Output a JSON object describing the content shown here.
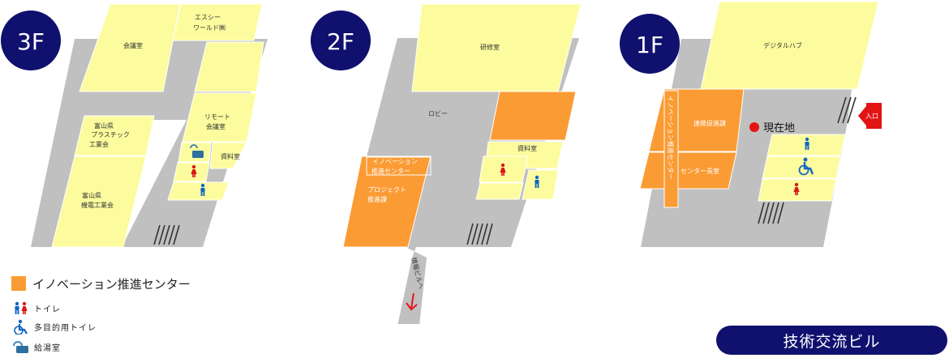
{
  "building_name": "技術交流ビル",
  "colors": {
    "corridor": "#c0c0c0",
    "room": "#fcfc9e",
    "innovation": "#fb9b33",
    "badge": "#10106e",
    "entrance": "#e31414",
    "current": "#e31414",
    "male": "#1066c4",
    "female": "#d81818"
  },
  "floors": {
    "f3": {
      "label": "3F",
      "rooms": {
        "meeting": "会議室",
        "esc_line1": "エスシー",
        "esc_line2": "ワールド㈱",
        "remote_line1": "リモート",
        "remote_line2": "会議室",
        "plastic_line1": "富山県",
        "plastic_line2": "プラスチック",
        "plastic_line3": "工業会",
        "electric_line1": "富山県",
        "electric_line2": "機電工業会",
        "archive": "資料室"
      }
    },
    "f2": {
      "label": "2F",
      "rooms": {
        "training": "研修室",
        "lobby": "ロビー",
        "innovation_line1": "イノベーション",
        "innovation_line2": "推進センター",
        "project_line1": "プロジェクト",
        "project_line2": "推進課",
        "archive": "資料室",
        "passage": "情報ビルへ"
      }
    },
    "f1": {
      "label": "1F",
      "rooms": {
        "digital_hub": "デジタルハブ",
        "collab": "連携促進課",
        "director": "センター長室",
        "innovation_vertical": "イノベーション推進センター",
        "current_location": "現在地",
        "entrance": "入口"
      }
    }
  },
  "legend": {
    "innovation": "イノベーション推進センター",
    "toilet": "トイレ",
    "accessible_toilet": "多目的用トイレ",
    "kitchen": "給湯室"
  }
}
